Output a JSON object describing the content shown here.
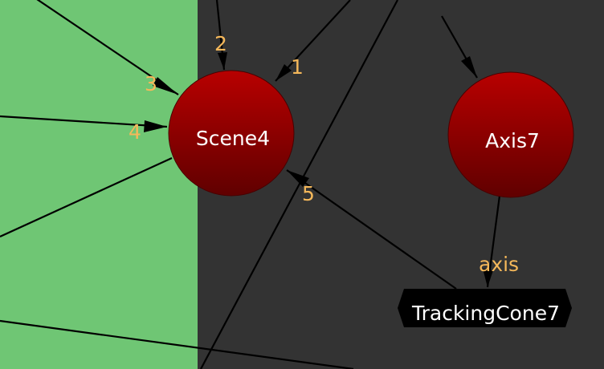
{
  "colors": {
    "left_panel": "#6fc674",
    "right_panel": "#333333",
    "node_fill_top": "#b00000",
    "node_fill_bottom": "#5e0000",
    "port_label": "#f5b85a",
    "edge": "#000000"
  },
  "nodes": {
    "scene": {
      "label": "Scene4"
    },
    "axis": {
      "label": "Axis7"
    },
    "tracking_cone": {
      "label": "TrackingCone7"
    }
  },
  "ports": {
    "p1": "1",
    "p2": "2",
    "p3": "3",
    "p4": "4",
    "p5": "5",
    "axis": "axis"
  }
}
